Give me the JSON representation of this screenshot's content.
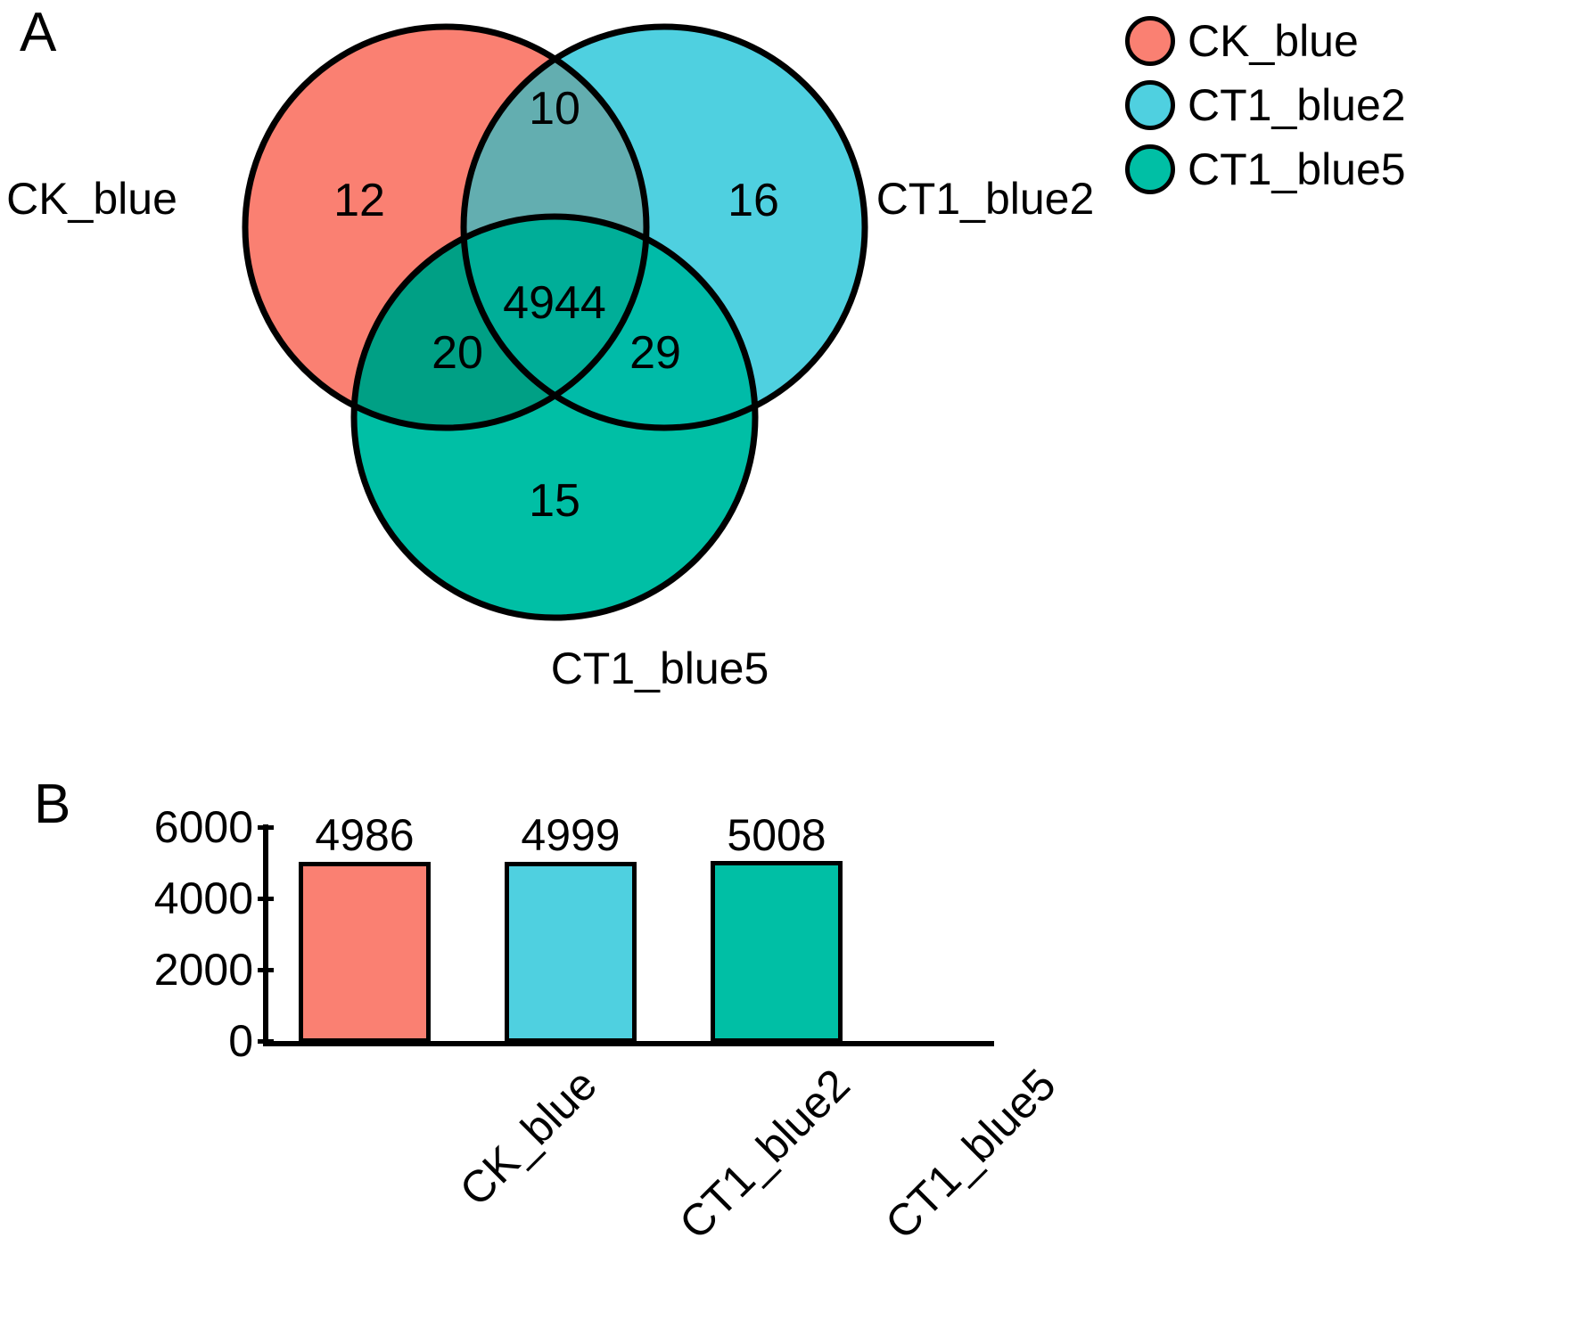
{
  "figure": {
    "panels": [
      {
        "letter": "A"
      },
      {
        "letter": "B"
      }
    ]
  },
  "colors": {
    "ck_blue": "#FA8072",
    "ct1_blue2": "#4FD0E0",
    "ct1_blue5": "#00BFA5",
    "overlap_red_cyan": "#63AEB0",
    "overlap_red_green": "#00A68C",
    "overlap_cyan_green": "#00BBA8",
    "overlap_all": "#00B29C",
    "outline": "#000000",
    "background": "#FFFFFF"
  },
  "legend": {
    "items": [
      {
        "label": "CK_blue",
        "color": "#FA8072"
      },
      {
        "label": "CT1_blue2",
        "color": "#4FD0E0"
      },
      {
        "label": "CT1_blue5",
        "color": "#00BFA5"
      }
    ]
  },
  "venn": {
    "set_labels": {
      "left": "CK_blue",
      "right": "CT1_blue2",
      "bottom": "CT1_blue5"
    },
    "regions": [
      {
        "id": "ck_only",
        "label": "CK_blue only",
        "value": "12"
      },
      {
        "id": "ct1b2_only",
        "label": "CT1_blue2 only",
        "value": "16"
      },
      {
        "id": "ct1b5_only",
        "label": "CT1_blue5 only",
        "value": "15"
      },
      {
        "id": "ck_ct1b2",
        "label": "CK_blue & CT1_blue2",
        "value": "10"
      },
      {
        "id": "ck_ct1b5",
        "label": "CK_blue & CT1_blue5",
        "value": "20"
      },
      {
        "id": "ct1b2_ct1b5",
        "label": "CT1_blue2 & CT1_blue5",
        "value": "29"
      },
      {
        "id": "all_three",
        "label": "CK_blue & CT1_blue2 & CT1_blue5",
        "value": "4944"
      }
    ]
  },
  "chart_data": {
    "type": "bar",
    "title": "",
    "xlabel": "",
    "ylabel": "",
    "categories": [
      "CK_blue",
      "CT1_blue2",
      "CT1_blue5"
    ],
    "values": [
      4986,
      4999,
      5008
    ],
    "value_labels": [
      "4986",
      "4999",
      "5008"
    ],
    "bar_colors": [
      "#FA8072",
      "#4FD0E0",
      "#00BFA5"
    ],
    "ylim": [
      0,
      6000
    ],
    "yticks": [
      6000,
      4000,
      2000,
      0
    ],
    "ytick_labels": [
      "6000",
      "4000",
      "2000",
      "0"
    ],
    "grid": false,
    "legend_position": "none"
  }
}
